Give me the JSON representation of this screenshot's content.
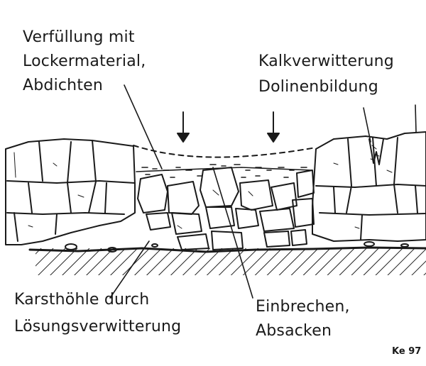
{
  "labels": {
    "fill": [
      "Verfüllung mit",
      "Lockermaterial,",
      "Abdichten"
    ],
    "weathering": [
      "Kalkverwitterung",
      "Dolinenbildung"
    ],
    "cave": [
      "Karsthöhle durch",
      "Lösungsverwitterung"
    ],
    "collapse": [
      "Einbrechen,",
      "Absacken"
    ]
  },
  "figure_code": "Ke 97"
}
